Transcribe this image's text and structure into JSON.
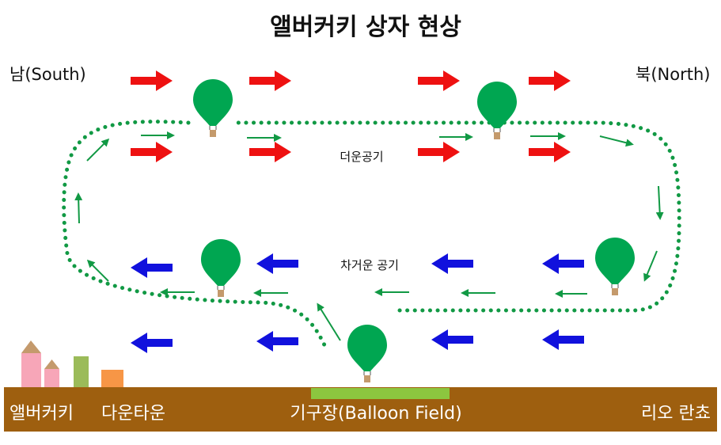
{
  "title": "앨버커키 상자 현상",
  "labels": {
    "south": "남(South)",
    "north": "북(North)",
    "warm_air": "더운공기",
    "cold_air": "차거운 공기"
  },
  "ground": {
    "albuquerque": "앨버커키",
    "downtown": "다운타운",
    "balloon_field": "기구장(Balloon Field)",
    "rio_rancho": "리오 란쵸"
  },
  "colors": {
    "title_text": "#111111",
    "warm_wind_arrow": "#ee1111",
    "cold_wind_arrow": "#1111dd",
    "flight_path": "#119944",
    "balloon": "#00a651",
    "basket": "#c49a6c",
    "ground": "#9e5f0f",
    "launch_field": "#8cc63f",
    "building_pink": "#f7a6b8",
    "building_green": "#9bbb59",
    "building_orange": "#f79646"
  },
  "icons": [
    "hot-air-balloon-icon",
    "wind-arrow-icon",
    "building-icon"
  ]
}
